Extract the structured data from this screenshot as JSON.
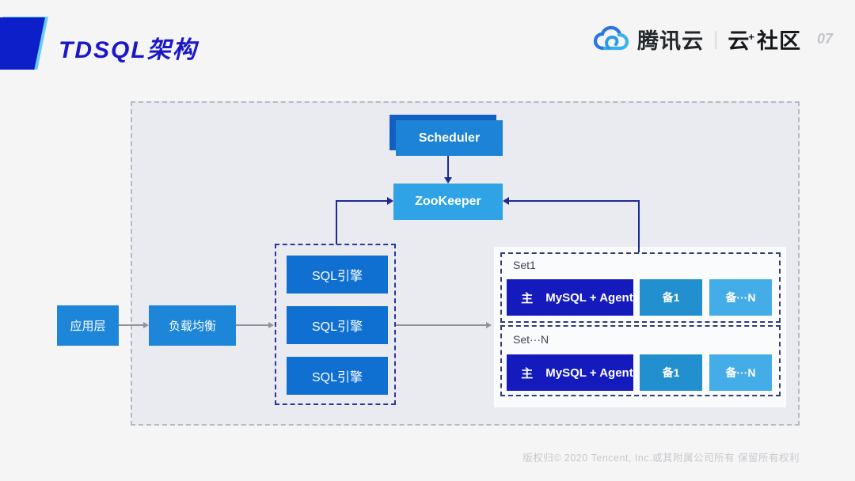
{
  "header": {
    "title": "TDSQL架构",
    "brand": "腾讯云",
    "divider": "|",
    "community": {
      "prefix": "云",
      "plus": "+",
      "suffix": "社区"
    },
    "page_number": "07"
  },
  "diagram": {
    "scheduler": "Scheduler",
    "zookeeper": "ZooKeeper",
    "app_layer": "应用层",
    "load_balancer": "负载均衡",
    "sql_engines": [
      "SQL引擎",
      "SQL引擎",
      "SQL引擎"
    ],
    "sets": [
      {
        "label": "Set1",
        "primary_tag": "主",
        "primary_text": "MySQL + Agent",
        "replica_1": "备1",
        "replica_n": "备···N"
      },
      {
        "label": "Set···N",
        "primary_tag": "主",
        "primary_text": "MySQL + Agent",
        "replica_1": "备1",
        "replica_n": "备···N"
      }
    ]
  },
  "footer": {
    "copyright": "版权归© 2020 Tencent, Inc.或其附属公司所有 保留所有权利"
  },
  "colors": {
    "title_blue": "#1a17c9",
    "badge_blue": "#0d1fc9",
    "badge_cyan": "#67cdf5",
    "box_medium_blue": "#1d86d8",
    "box_sql_blue": "#0f70d2",
    "box_scheduler": "#1d83d7",
    "box_scheduler_shadow": "#1261c2",
    "box_zookeeper": "#2fa3e6",
    "box_primary_navy": "#141abc",
    "box_replica1": "#2290cf",
    "box_replica_n": "#44ade7",
    "connector_navy": "#1d2b96",
    "connector_gray": "#8f939c",
    "container_fill": "#e9ebf0",
    "set_panel_fill": "#fafbfd"
  }
}
